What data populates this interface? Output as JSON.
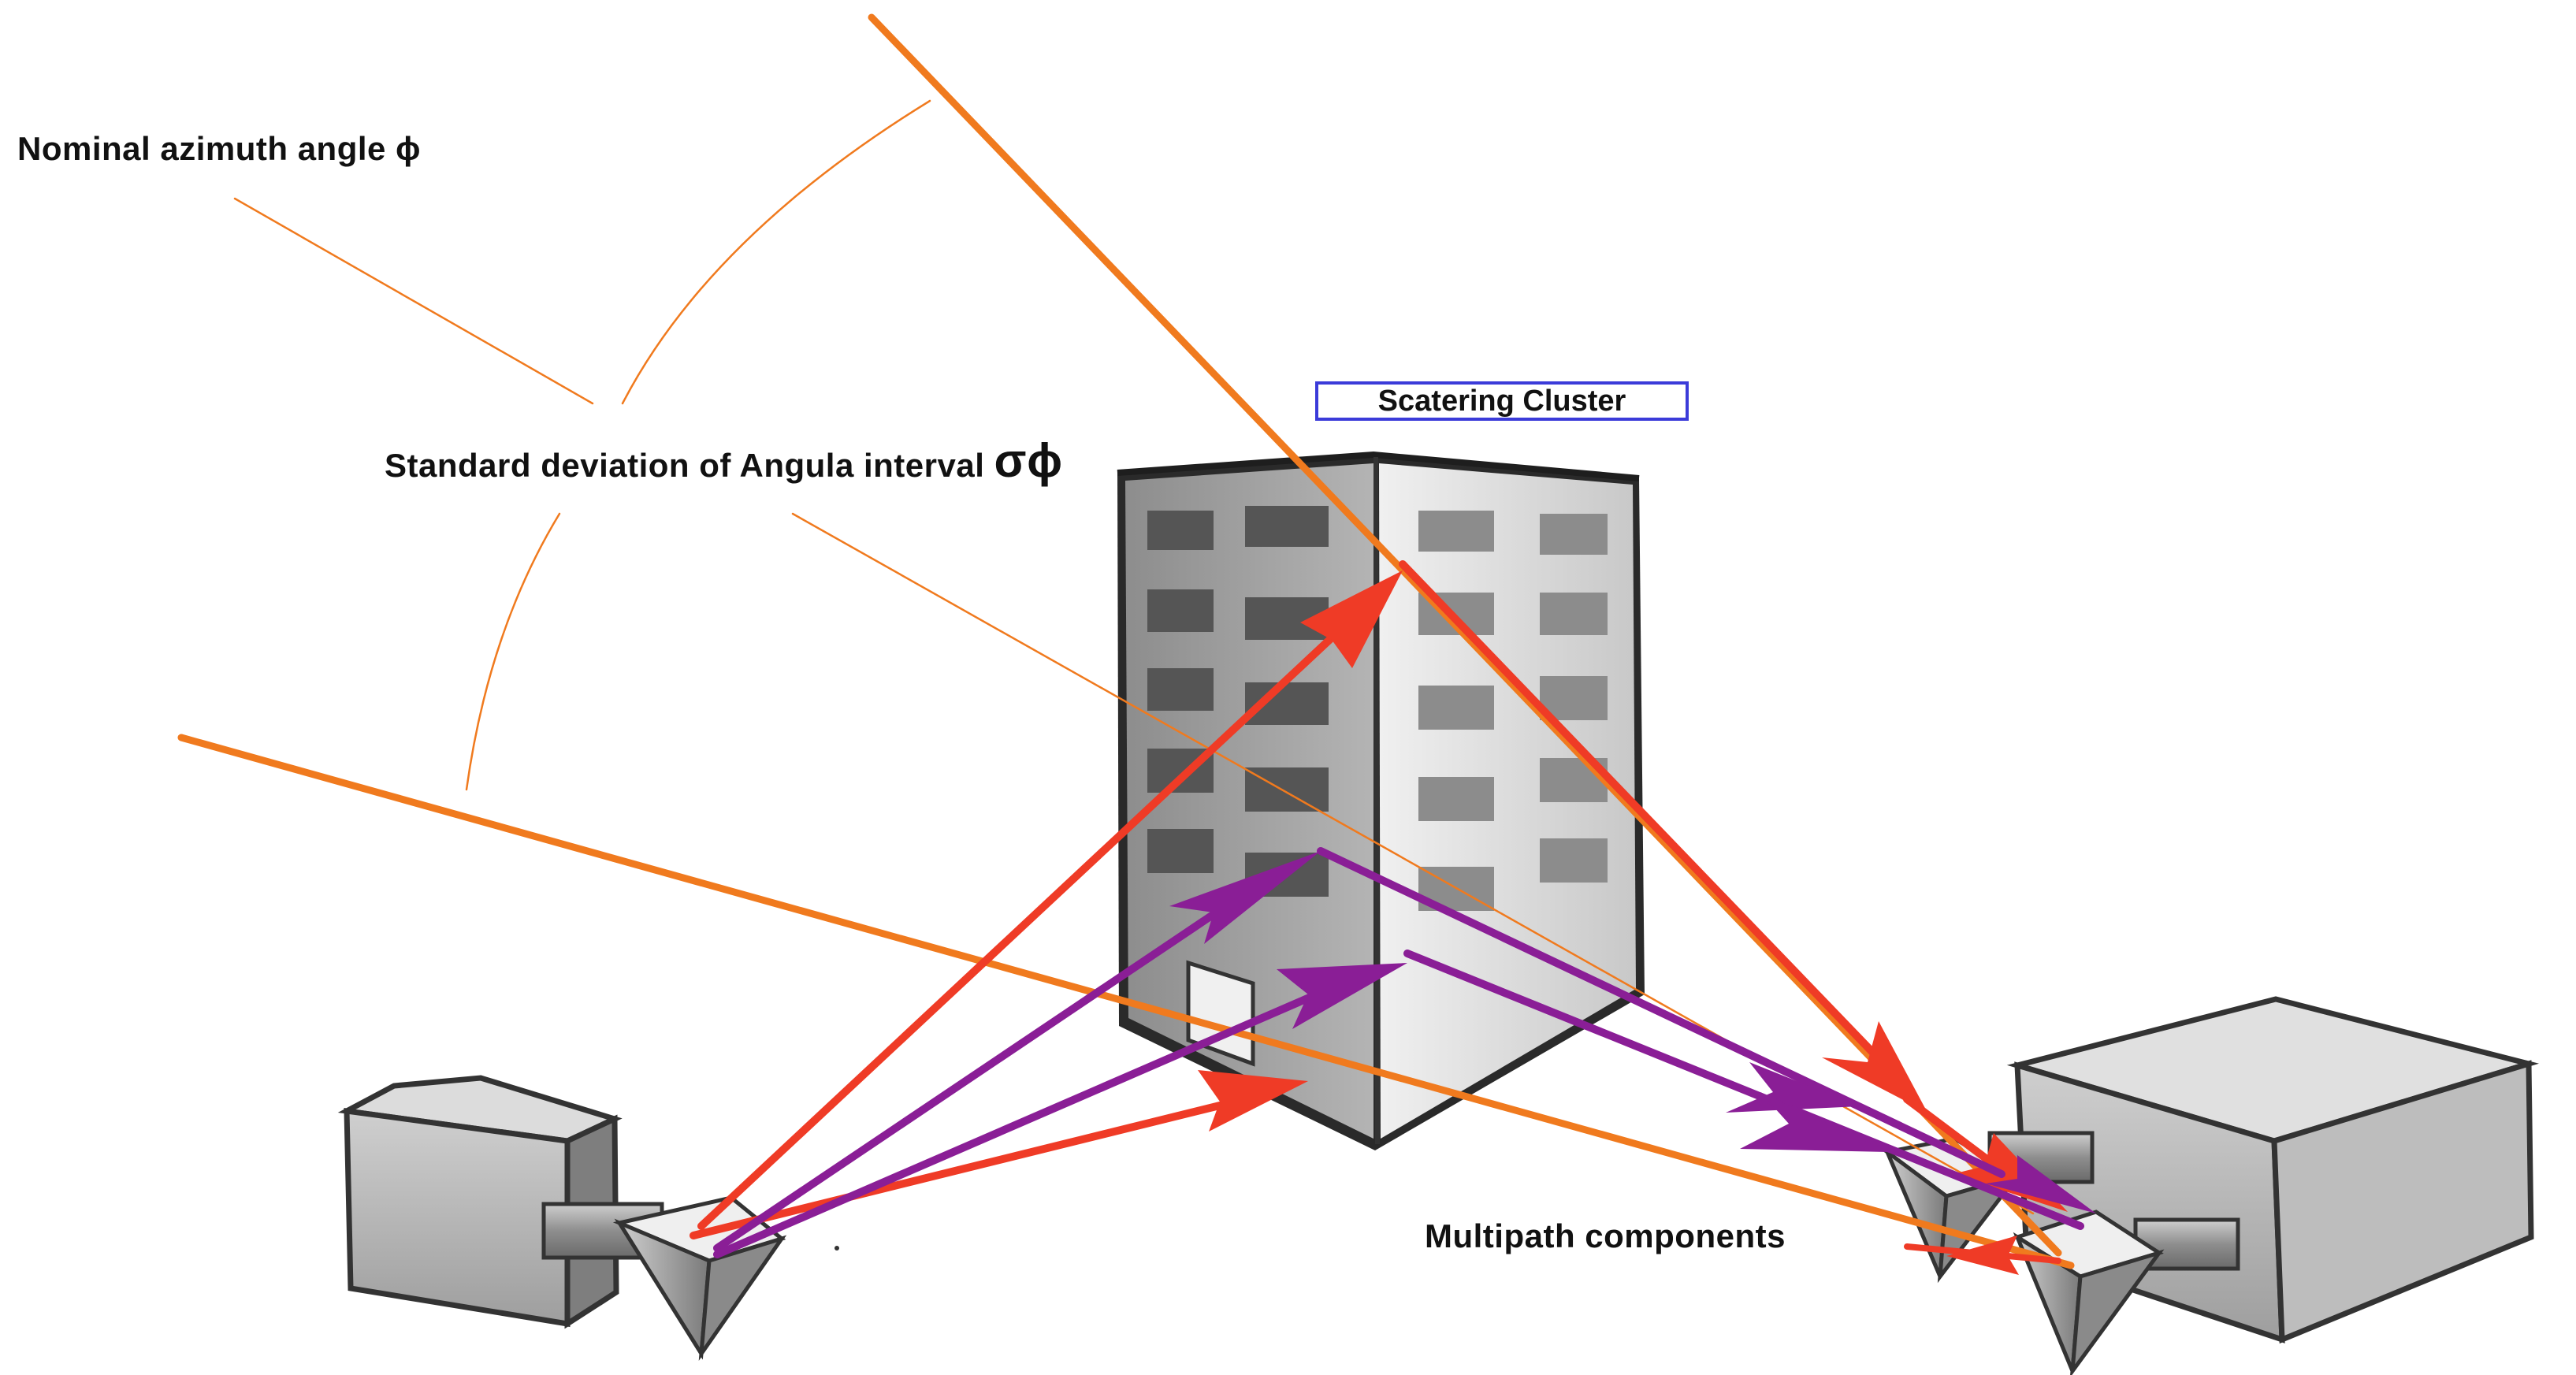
{
  "labels": {
    "nominal_azimuth": "Nominal azimuth angle ϕ",
    "std_deviation_text": "Standard deviation of Angula interval ",
    "std_deviation_symbol": "σϕ",
    "scattering_cluster": "Scatering Cluster",
    "multipath": "Multipath components"
  },
  "colors": {
    "orange_line": "#f07a1e",
    "red_arrow": "#ef3b26",
    "purple_arrow": "#8a1e96",
    "cluster_border": "#3b3bd9",
    "building_face_left": "#9a9a9a",
    "building_face_right": "#dcdcdc",
    "window_dark": "#555555",
    "window_light": "#8c8c8c",
    "device_body": "#bdbdbd",
    "device_top": "#e4e4e4",
    "device_outline": "#444444"
  },
  "icons": [
    "building-icon",
    "transmitter-icon",
    "receiver-icon"
  ]
}
